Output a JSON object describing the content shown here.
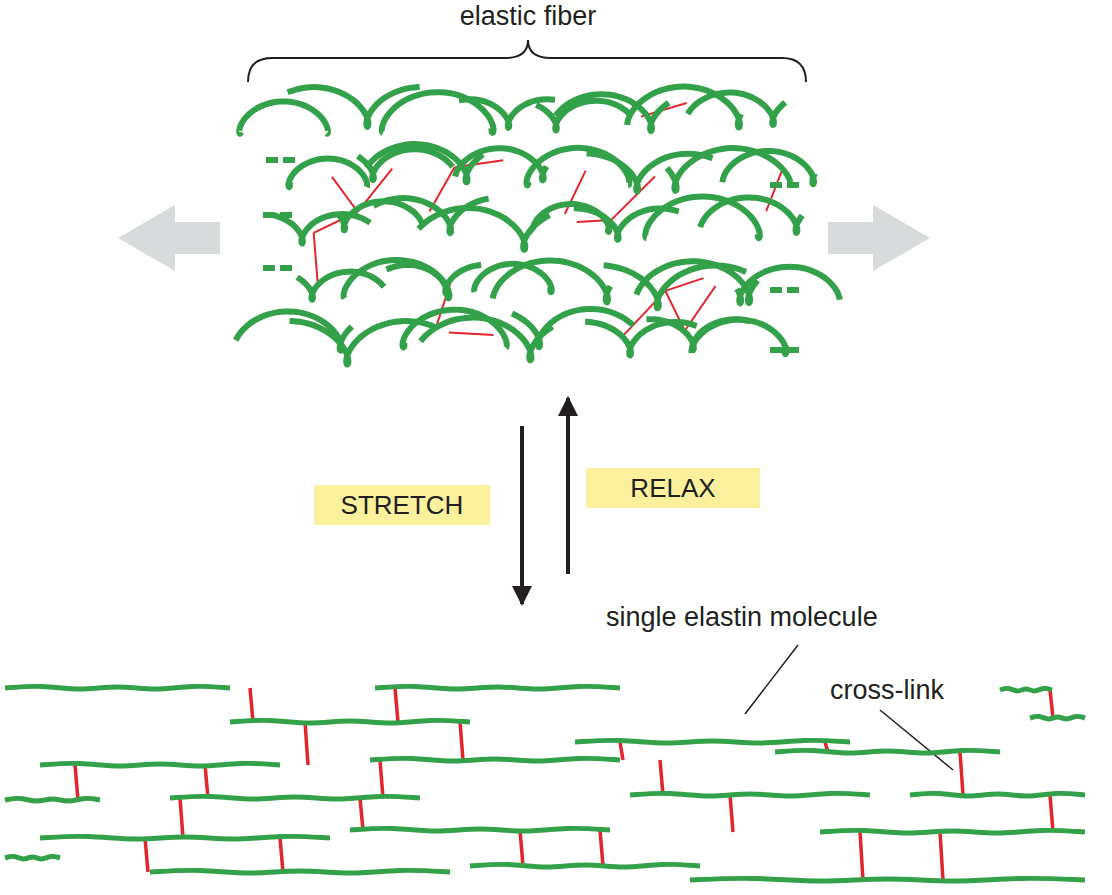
{
  "diagram": {
    "nodes": [
      {
        "text": [
          "STRETCH"
        ]
      },
      {
        "text": [
          "RELAX"
        ]
      }
    ],
    "labels": [
      "elastic fiber",
      "single elastin molecule",
      "cross-link"
    ]
  }
}
